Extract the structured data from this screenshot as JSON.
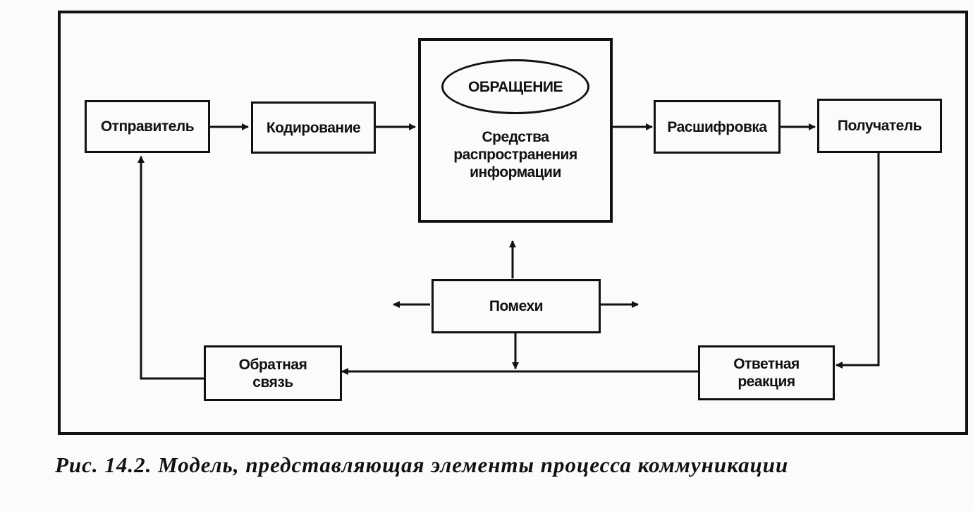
{
  "diagram": {
    "nodes": {
      "sender": "Отправитель",
      "encoding": "Кодирование",
      "appeal": "ОБРАЩЕНИЕ",
      "media": "Средства распространения информации",
      "decoding": "Расшифровка",
      "receiver": "Получатель",
      "noise": "Помехи",
      "feedback": "Обратная связь",
      "response": "Ответная реакция"
    }
  },
  "caption": "Рис. 14.2. Модель, представляющая элементы процесса коммуникации",
  "colors": {
    "ink": "#111111",
    "paper": "#fbfbfb"
  }
}
